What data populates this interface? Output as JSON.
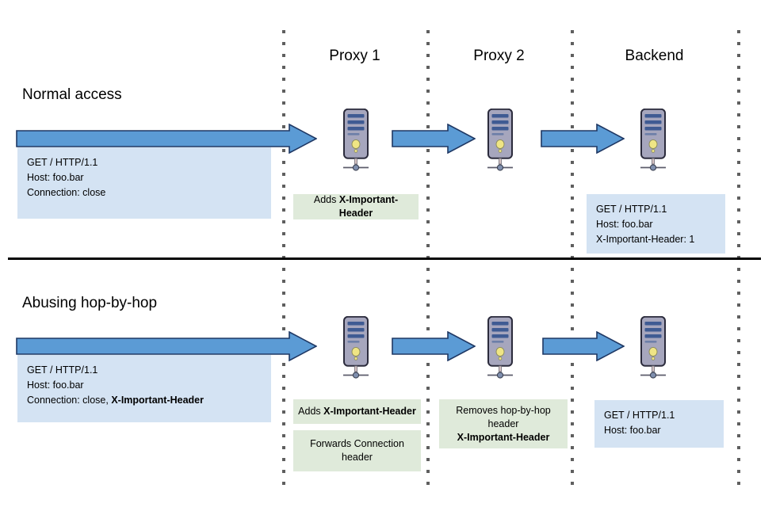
{
  "diagram": {
    "title_normal": "Normal access",
    "title_abuse": "Abusing hop-by-hop",
    "columns": [
      {
        "label": "Proxy 1"
      },
      {
        "label": "Proxy 2"
      },
      {
        "label": "Backend"
      }
    ],
    "icons": {
      "server": "server-tower-icon",
      "arrow": "right-arrow-icon"
    },
    "colors": {
      "arrow_fill": "#5b9bd5",
      "arrow_stroke": "#1f3864",
      "request_box": "#d4e3f3",
      "note_box": "#dfeada",
      "lane_dots": "#5f5f5f",
      "divider": "#000000",
      "server_body": "#a6a6bd",
      "server_outline": "#2b2b3c",
      "server_bar": "#3f5b93",
      "server_led": "#efe585"
    },
    "normal": {
      "client_request": {
        "lines": [
          {
            "text": "GET / HTTP/1.1",
            "bold": ""
          },
          {
            "text": "Host: foo.bar",
            "bold": ""
          },
          {
            "text": "Connection: close",
            "bold": ""
          }
        ]
      },
      "proxy1_note": {
        "prefix": "Adds ",
        "strong": "X-Important-Header",
        "suffix": ""
      },
      "proxy2_note": null,
      "backend_request": {
        "lines": [
          {
            "text": "GET / HTTP/1.1"
          },
          {
            "text": "Host: foo.bar"
          },
          {
            "text": "X-Important-Header: 1"
          }
        ]
      }
    },
    "abuse": {
      "client_request": {
        "lines": [
          {
            "text": "GET / HTTP/1.1",
            "bold": ""
          },
          {
            "text": "Host: foo.bar",
            "bold": ""
          },
          {
            "text": "Connection: close, ",
            "bold": "X-Important-Header"
          }
        ]
      },
      "proxy1_note_1": {
        "prefix": "Adds ",
        "strong": "X-Important-Header",
        "suffix": ""
      },
      "proxy1_note_2": {
        "prefix": "Forwards Connection header",
        "strong": "",
        "suffix": ""
      },
      "proxy2_note": {
        "prefix": "Removes hop-by-hop header",
        "strong": "X-Important-Header",
        "suffix": ""
      },
      "backend_request": {
        "lines": [
          {
            "text": "GET / HTTP/1.1"
          },
          {
            "text": "Host: foo.bar"
          }
        ]
      }
    }
  }
}
